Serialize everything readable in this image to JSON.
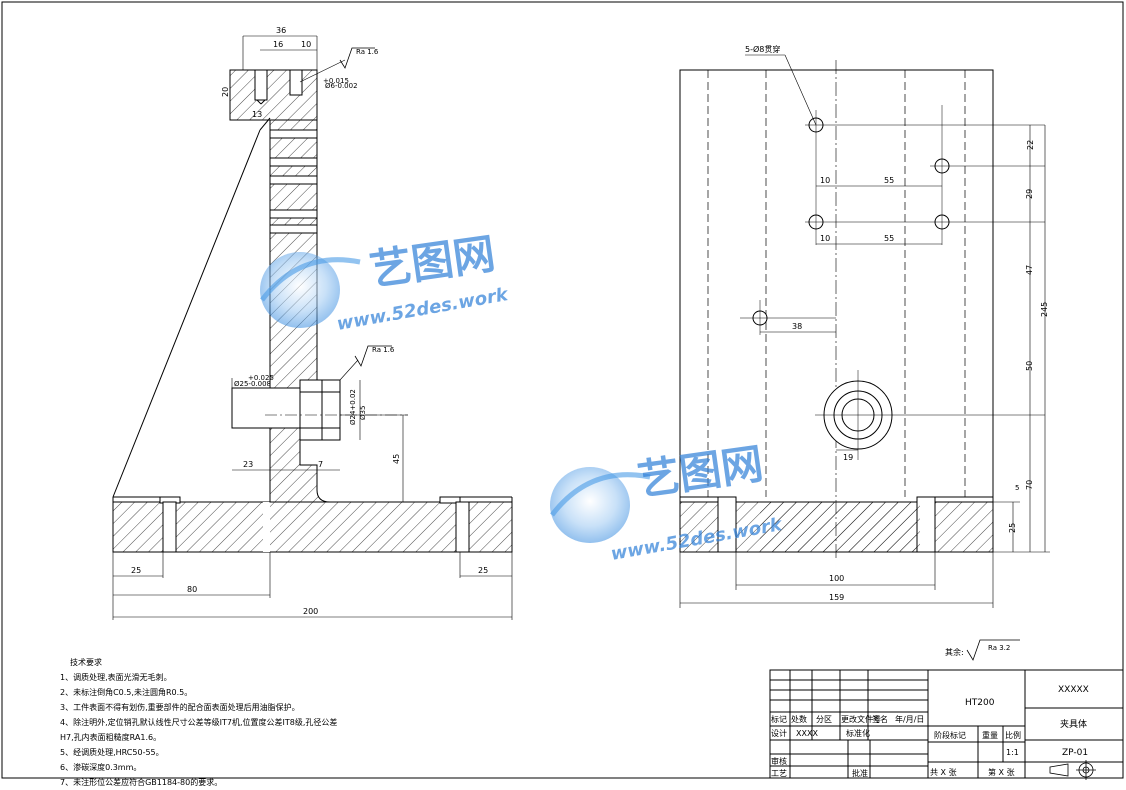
{
  "views": {
    "side": {
      "dims": {
        "d36": "36",
        "d16": "16",
        "d10": "10",
        "d20": "20",
        "d13": "13",
        "d23": "23",
        "d7": "7",
        "d45": "45",
        "d25a": "25",
        "d25b": "25",
        "d80": "80",
        "d200": "200",
        "tol_top": "+0.015",
        "dia_top": "Ø6-0.002",
        "tol_left": "+0.025",
        "dia_left": "Ø25-0.008",
        "dia24": "Ø24+0.02",
        "dia35": "Ø35"
      },
      "roughness_1": "Ra 1.6",
      "roughness_2": "Ra 1.6"
    },
    "front": {
      "callout": "5-Ø8贯穿",
      "dims": {
        "r10a": "10",
        "r55a": "55",
        "r10b": "10",
        "r55b": "55",
        "r38": "38",
        "r19": "19",
        "v22": "22",
        "v29": "29",
        "v47": "47",
        "v50": "50",
        "v245": "245",
        "v70": "70",
        "v25": "25",
        "v5": "5",
        "w100": "100",
        "w159": "159"
      }
    }
  },
  "rest_roughness": {
    "label": "其余:",
    "value": "Ra 3.2"
  },
  "notes": {
    "title": "技术要求",
    "items": [
      "1、调质处理,表面光滑无毛刺。",
      "2、未标注倒角C0.5,未注圆角R0.5。",
      "3、工件表面不得有划伤,重要部件的配合面表面处理后用油脂保护。",
      "4、除注明外,定位销孔默认线性尺寸公差等级IT7机,位置度公差IT8级,孔径公差",
      "H7,孔内表面粗糙度RA1.6。",
      "5、经调质处理,HRC50-55。",
      "6、渗碳深度0.3mm。",
      "7、未注形位公差应符合GB1184-80的要求。"
    ]
  },
  "title_block": {
    "material": "HT200",
    "code": "XXXXX",
    "part_name": "夹具体",
    "drawing_no": "ZP-01",
    "scale": "1:1",
    "row_mark": "标记",
    "row_count": "处数",
    "row_zone": "分区",
    "row_doc": "更改文件号",
    "row_sign": "签名",
    "row_date": "年/月/日",
    "design": "设计",
    "designer": "XXXX",
    "standard": "标准化",
    "review": "审核",
    "process": "工艺",
    "approve": "批准",
    "stage": "阶段标记",
    "weight": "重量",
    "ratio": "比例",
    "total_sheets": "共 X 张",
    "sheet_no": "第 X 张"
  },
  "watermark": {
    "brand": "艺图网",
    "url": "www.52des.work"
  }
}
